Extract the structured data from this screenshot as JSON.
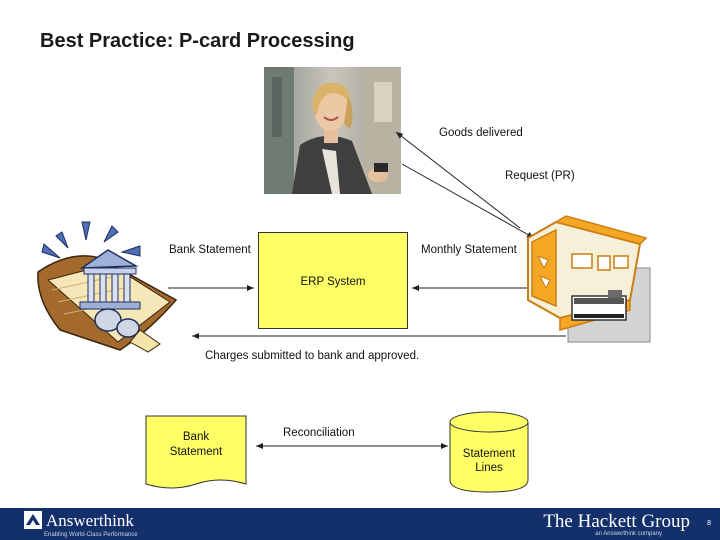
{
  "title": "Best Practice: P-card Processing",
  "labels": {
    "goods_delivered": "Goods delivered",
    "request_pr": "Request (PR)",
    "bank_statement_flow": "Bank Statement",
    "monthly_statement": "Monthly Statement",
    "erp_system": "ERP System",
    "charges_submitted": "Charges submitted to bank and approved.",
    "reconciliation": "Reconciliation"
  },
  "document": {
    "line1": "Bank",
    "line2": "Statement"
  },
  "database": {
    "line1": "Statement",
    "line2": "Lines"
  },
  "footer": {
    "left_brand": "Answerthink",
    "left_tagline": "Enabling World-Class Performance",
    "right_brand": "The Hackett Group",
    "right_tagline": "an Answerthink company",
    "page_number": "8"
  },
  "colors": {
    "erp_fill": "#ffff66",
    "document_fill": "#ffff66",
    "footer_bg": "#14306b",
    "store_orange": "#f5a623"
  }
}
